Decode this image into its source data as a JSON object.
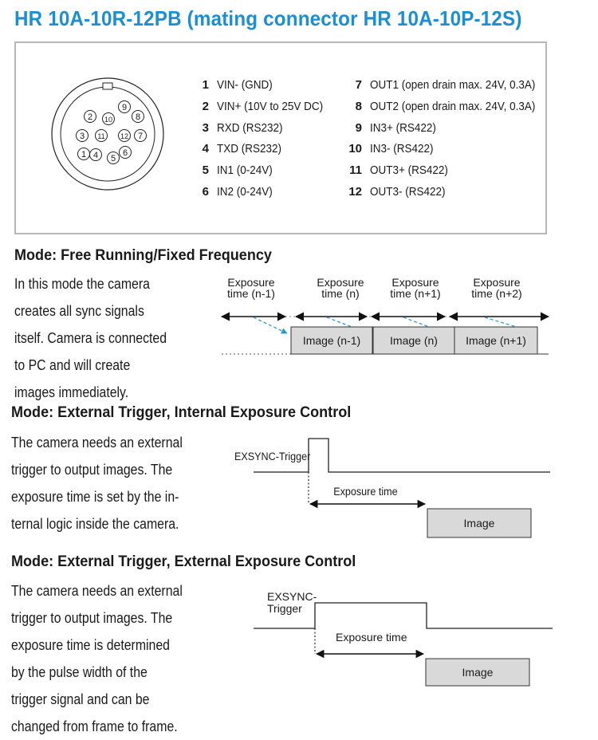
{
  "title": "HR 10A-10R-12PB (mating connector HR 10A-10P-12S)",
  "connector": {
    "pin_labels": [
      "1",
      "2",
      "3",
      "4",
      "5",
      "6",
      "7",
      "8",
      "9",
      "10",
      "11",
      "12"
    ]
  },
  "pins_left": [
    {
      "num": "1",
      "desc": "VIN- (GND)"
    },
    {
      "num": "2",
      "desc": "VIN+ (10V to 25V DC)"
    },
    {
      "num": "3",
      "desc": "RXD (RS232)"
    },
    {
      "num": "4",
      "desc": "TXD (RS232)"
    },
    {
      "num": "5",
      "desc": "IN1 (0-24V)"
    },
    {
      "num": "6",
      "desc": "IN2 (0-24V)"
    }
  ],
  "pins_right": [
    {
      "num": "7",
      "desc": "OUT1 (open drain max. 24V, 0.3A)"
    },
    {
      "num": "8",
      "desc": "OUT2 (open drain max. 24V, 0.3A)"
    },
    {
      "num": "9",
      "desc": "IN3+ (RS422)"
    },
    {
      "num": "10",
      "desc": "IN3- (RS422)"
    },
    {
      "num": "11",
      "desc": "OUT3+ (RS422)"
    },
    {
      "num": "12",
      "desc": "OUT3- (RS422)"
    }
  ],
  "modes": [
    {
      "heading": "Mode: Free Running/Fixed Frequency",
      "lines": [
        "In this mode the camera",
        "creates all sync signals",
        "itself. Camera is connected",
        "to PC and will create",
        "images immediately."
      ],
      "diagram": {
        "exposure_labels": [
          [
            "Exposure",
            "time (n-1)"
          ],
          [
            "Exposure",
            "time (n)"
          ],
          [
            "Exposure",
            "time (n+1)"
          ],
          [
            "Exposure",
            "time (n+2)"
          ]
        ],
        "image_labels": [
          "Image (n-1)",
          "Image (n)",
          "Image (n+1)"
        ]
      }
    },
    {
      "heading": "Mode: External Trigger, Internal Exposure Control",
      "lines": [
        "The camera needs an external",
        "trigger to output images. The",
        "exposure time is set by the in-",
        "ternal logic inside the camera."
      ],
      "diagram": {
        "trigger_label": [
          "EXSYNC-Trigger"
        ],
        "exposure_label": "Exposure time",
        "image_label": "Image"
      }
    },
    {
      "heading": "Mode: External Trigger, External Exposure Control",
      "lines": [
        "The camera needs an external",
        "trigger to output images. The",
        "exposure time is determined",
        "by the pulse width of the",
        "trigger signal and can be",
        "changed from frame to frame."
      ],
      "diagram": {
        "trigger_label": [
          "EXSYNC-",
          "Trigger"
        ],
        "exposure_label": "Exposure time",
        "image_label": "Image"
      }
    }
  ]
}
